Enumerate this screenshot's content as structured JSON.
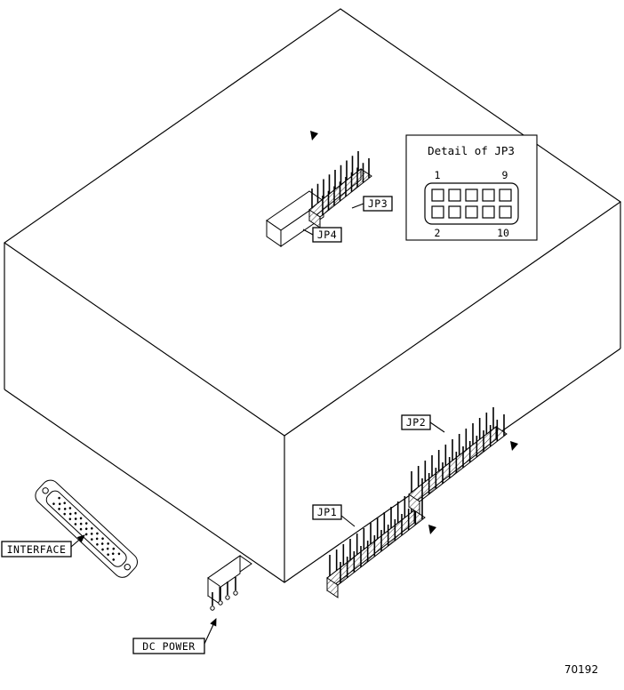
{
  "figure": {
    "number": "70192"
  },
  "callouts": {
    "jp1": "JP1",
    "jp2": "JP2",
    "jp3": "JP3",
    "jp4": "JP4",
    "interface": "INTERFACE",
    "dc_power": "DC POWER"
  },
  "detail": {
    "title": "Detail of JP3",
    "rows": 2,
    "cols": 5,
    "pin_labels": {
      "top_left": "1",
      "top_right": "9",
      "bottom_left": "2",
      "bottom_right": "10"
    }
  },
  "colors": {
    "line": "#000000",
    "background": "#ffffff"
  }
}
